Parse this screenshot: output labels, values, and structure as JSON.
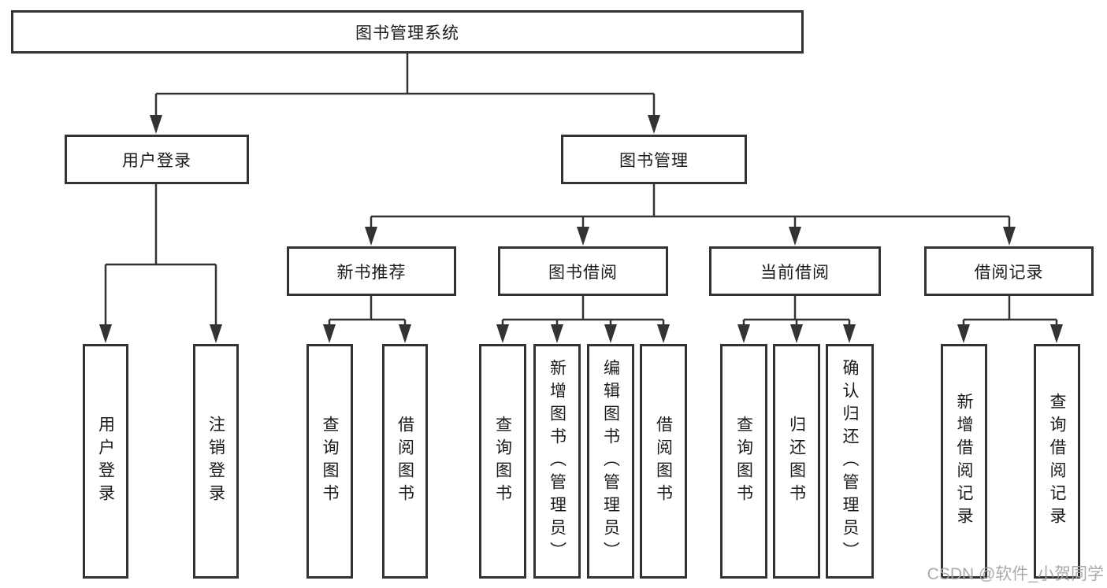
{
  "diagram": {
    "root": {
      "label": "图书管理系统"
    },
    "level2": [
      {
        "id": "user_login",
        "label": "用户登录"
      },
      {
        "id": "book_management",
        "label": "图书管理"
      }
    ],
    "level3": [
      {
        "id": "new_book_recommend",
        "label": "新书推荐"
      },
      {
        "id": "book_borrow",
        "label": "图书借阅"
      },
      {
        "id": "current_borrow",
        "label": "当前借阅"
      },
      {
        "id": "borrow_records",
        "label": "借阅记录"
      }
    ],
    "leaves": {
      "user_login": [
        "用户登录",
        "注销登录"
      ],
      "new_book_recommend": [
        "查询图书",
        "借阅图书"
      ],
      "book_borrow": [
        "查询图书",
        "新增图书（管理员）",
        "编辑图书（管理员）",
        "借阅图书"
      ],
      "current_borrow": [
        "查询图书",
        "归还图书",
        "确认归还（管理员）"
      ],
      "borrow_records": [
        "新增借阅记录",
        "查询借阅记录"
      ]
    }
  },
  "watermark": {
    "text": "CSDN @软件_小贺同学"
  },
  "colors": {
    "line": "#333333",
    "box_background": "#ffffff",
    "text": "#1a1a1a",
    "watermark": "#a8a5a5"
  }
}
